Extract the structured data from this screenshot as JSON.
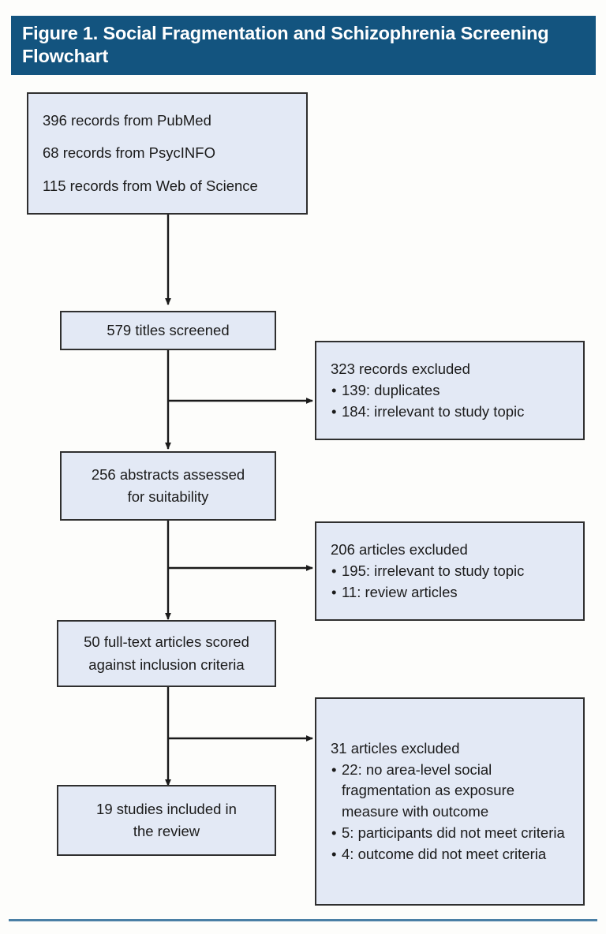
{
  "header": {
    "title": "Figure 1. Social Fragmentation and Schizophrenia Screening Flowchart",
    "background_color": "#13547f",
    "text_color": "#ffffff"
  },
  "style": {
    "box_fill": "#e3e9f5",
    "box_border": "#2f2f2f",
    "connector_color": "#1a1a1a",
    "bottom_rule_color": "#4a7fa5"
  },
  "flow": {
    "sources": {
      "lines": [
        "396 records from PubMed",
        "68 records from PsycINFO",
        "115 records from Web of Science"
      ]
    },
    "screened": {
      "lines": [
        "579 titles screened"
      ]
    },
    "excluded_titles": {
      "heading": "323 records excluded",
      "bullets": [
        "139: duplicates",
        "184: irrelevant to study topic"
      ]
    },
    "abstracts": {
      "lines": [
        "256 abstracts assessed",
        "for suitability"
      ]
    },
    "excluded_abstracts": {
      "heading": "206 articles excluded",
      "bullets": [
        "195: irrelevant to study topic",
        "11: review articles"
      ]
    },
    "fulltext": {
      "lines": [
        "50 full-text articles scored",
        "against inclusion criteria"
      ]
    },
    "excluded_fulltext": {
      "heading": "31 articles excluded",
      "bullets": [
        "22: no area-level social fragmentation as exposure measure with outcome",
        "5: participants did not meet criteria",
        "4: outcome did not meet criteria"
      ]
    },
    "included": {
      "lines": [
        "19 studies included in",
        "the review"
      ]
    }
  }
}
